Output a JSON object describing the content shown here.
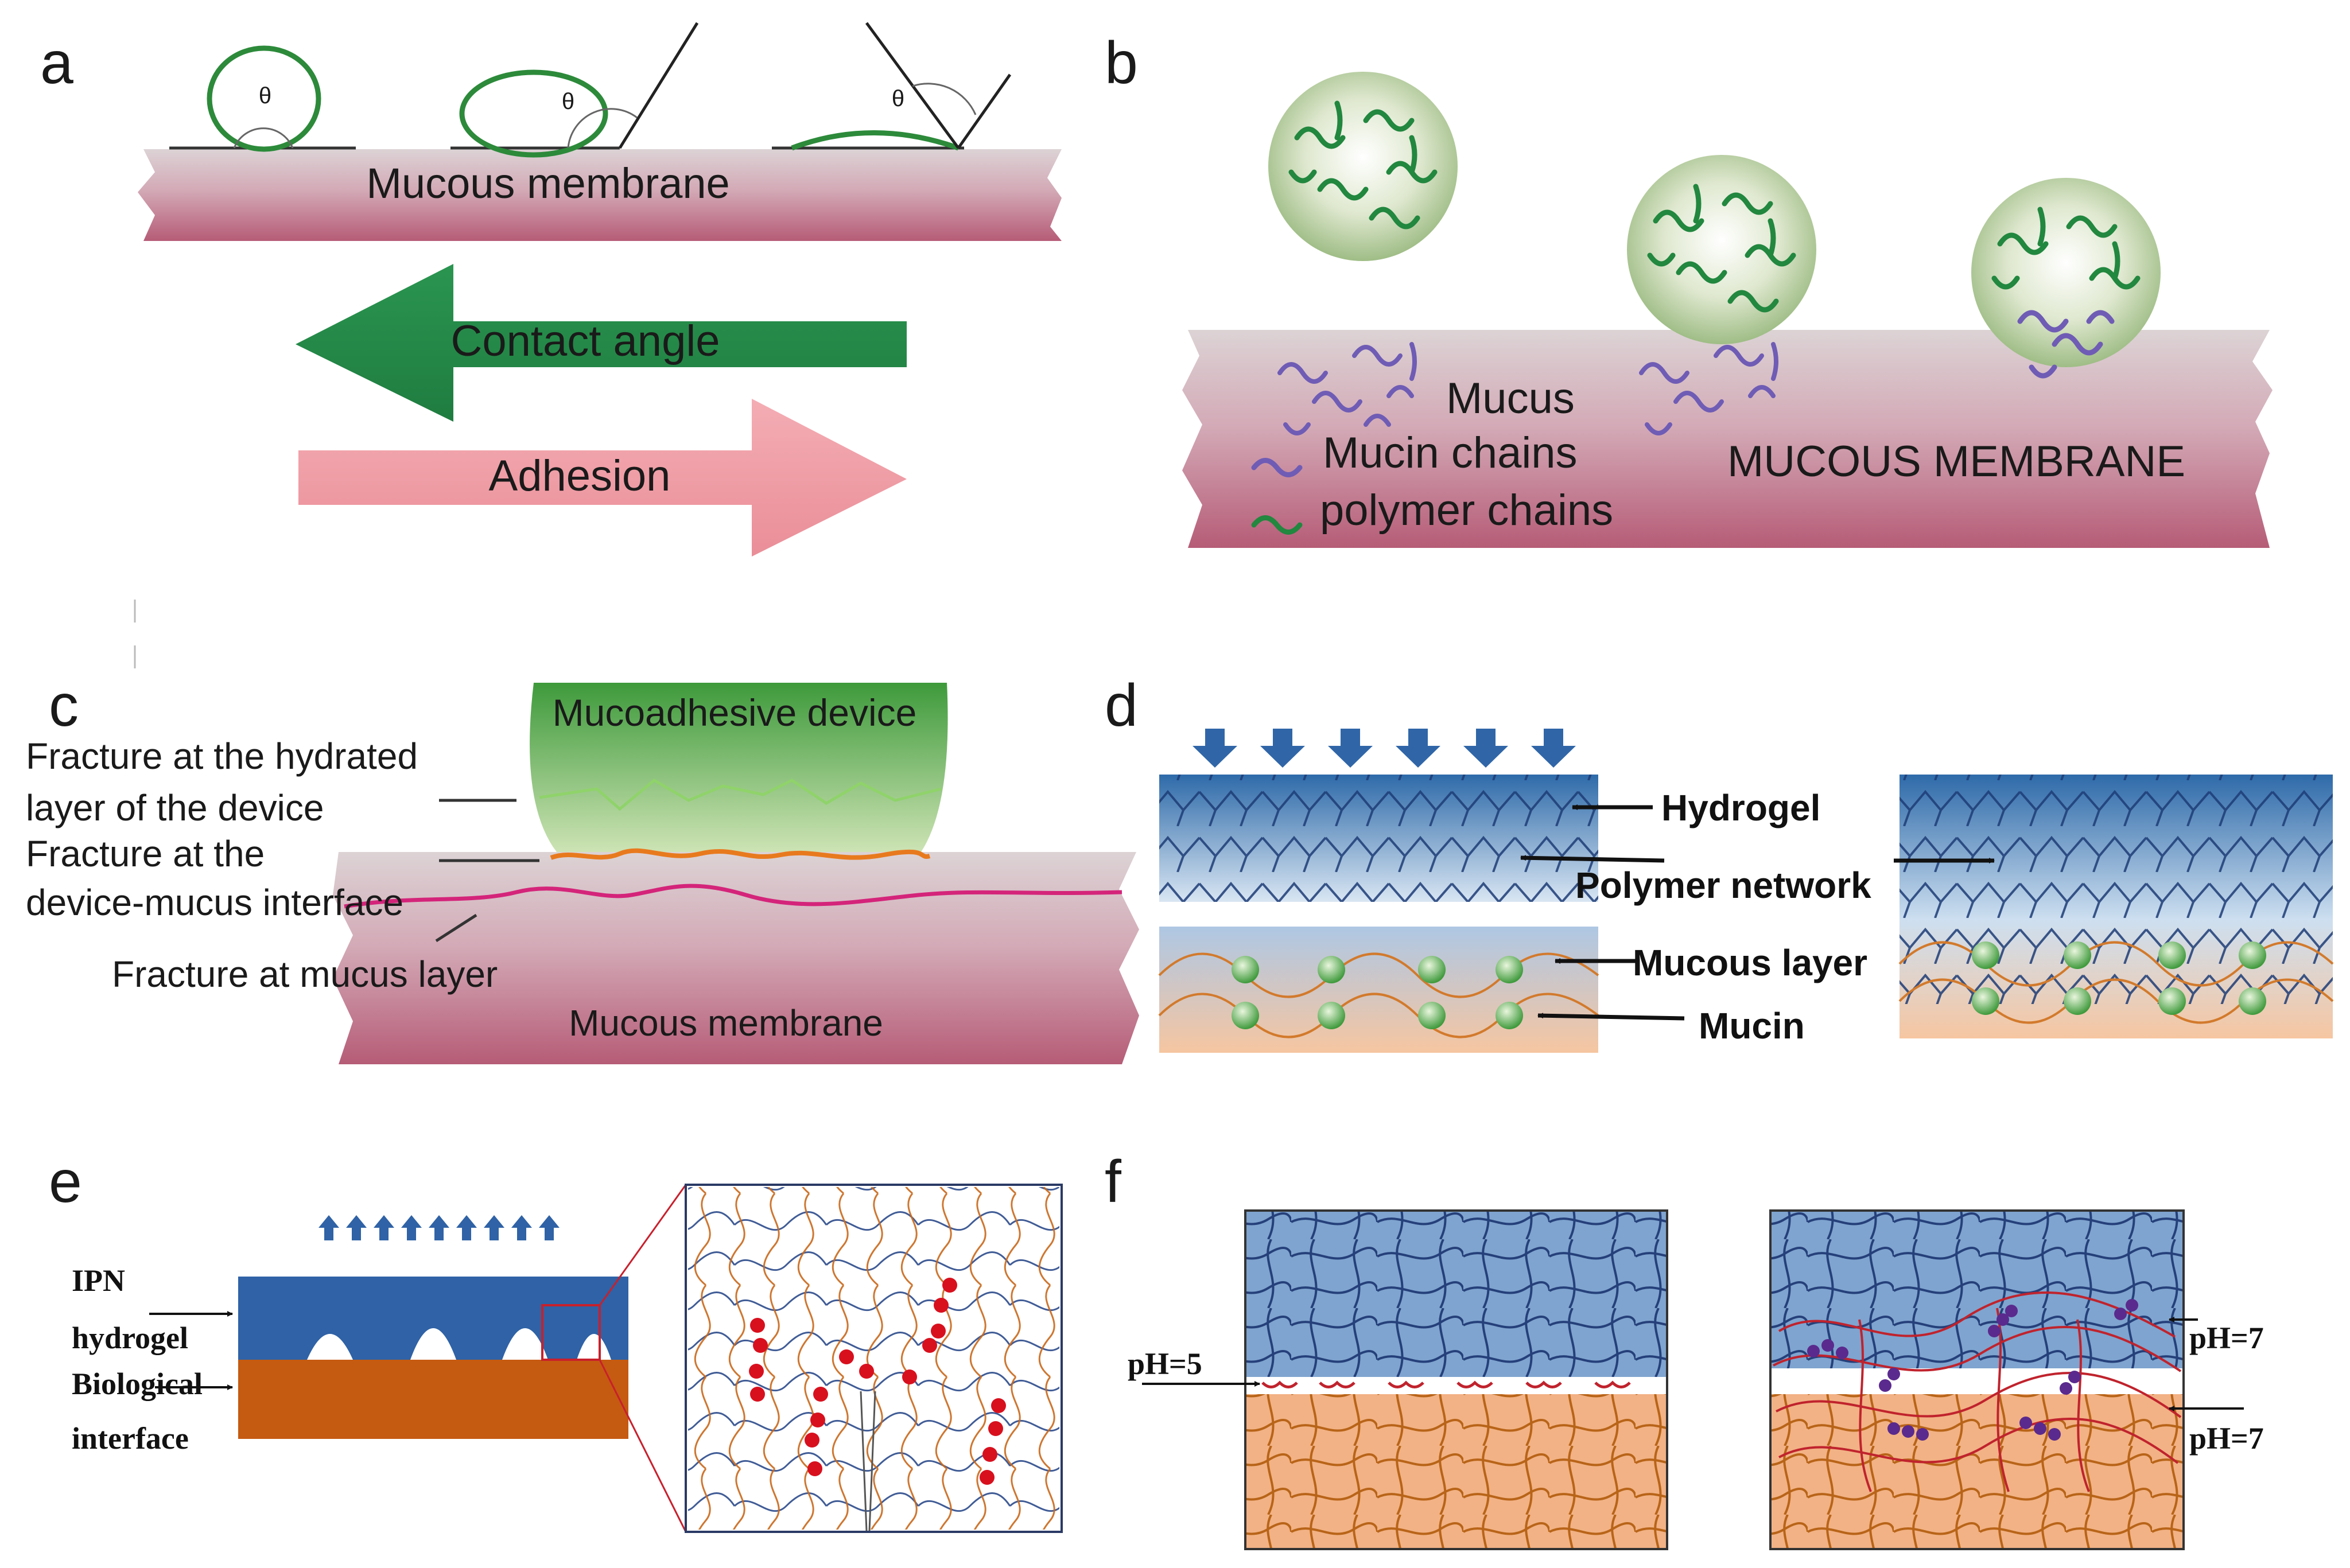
{
  "colors": {
    "membrane_top": "#d8cfd2",
    "membrane_bottom": "#b9607a",
    "green_arrow": "#24894a",
    "pink_arrow": "#ef9ea6",
    "hydrogel_blue": "#2f67a8",
    "mucus_orange": "#f2b285",
    "device_green": "#3f9a3c",
    "fracture_orange": "#e87a1e",
    "fracture_magenta": "#d4247a",
    "mucin_purple": "#6f5cb5",
    "polymer_green": "#1f8a3c",
    "ipn_blue": "#2f62a6",
    "bio_orange": "#c55a11",
    "red_crosslink": "#d8101e"
  },
  "panels": {
    "a": {
      "letter": "a",
      "membrane_label": "Mucous membrane",
      "theta_symbol": "θ",
      "arrow_left_label": "Contact angle",
      "arrow_right_label": "Adhesion"
    },
    "b": {
      "letter": "b",
      "mucus_label": "Mucus",
      "mucin_legend": "Mucin chains",
      "polymer_legend": "polymer chains",
      "membrane_label": "MUCOUS MEMBRANE"
    },
    "c": {
      "letter": "c",
      "device_label": "Mucoadhesive device",
      "fracture_1_line1": "Fracture at the hydrated",
      "fracture_1_line2": "layer of the device",
      "fracture_2_line1": "Fracture at the",
      "fracture_2_line2": "device-mucus interface",
      "fracture_3": "Fracture at mucus layer",
      "membrane_label": "Mucous membrane"
    },
    "d": {
      "letter": "d",
      "hydrogel_label": "Hydrogel",
      "polymer_network_label": "Polymer network",
      "mucous_layer_label": "Mucous layer",
      "mucin_label": "Mucin"
    },
    "e": {
      "letter": "e",
      "ipn_label": "IPN",
      "hydrogel_label": "hydrogel",
      "biological_label": "Biological",
      "interface_label": "interface"
    },
    "f": {
      "letter": "f",
      "ph_left": "pH=5",
      "ph_right_top": "pH=7",
      "ph_right_bottom": "pH=7"
    }
  }
}
